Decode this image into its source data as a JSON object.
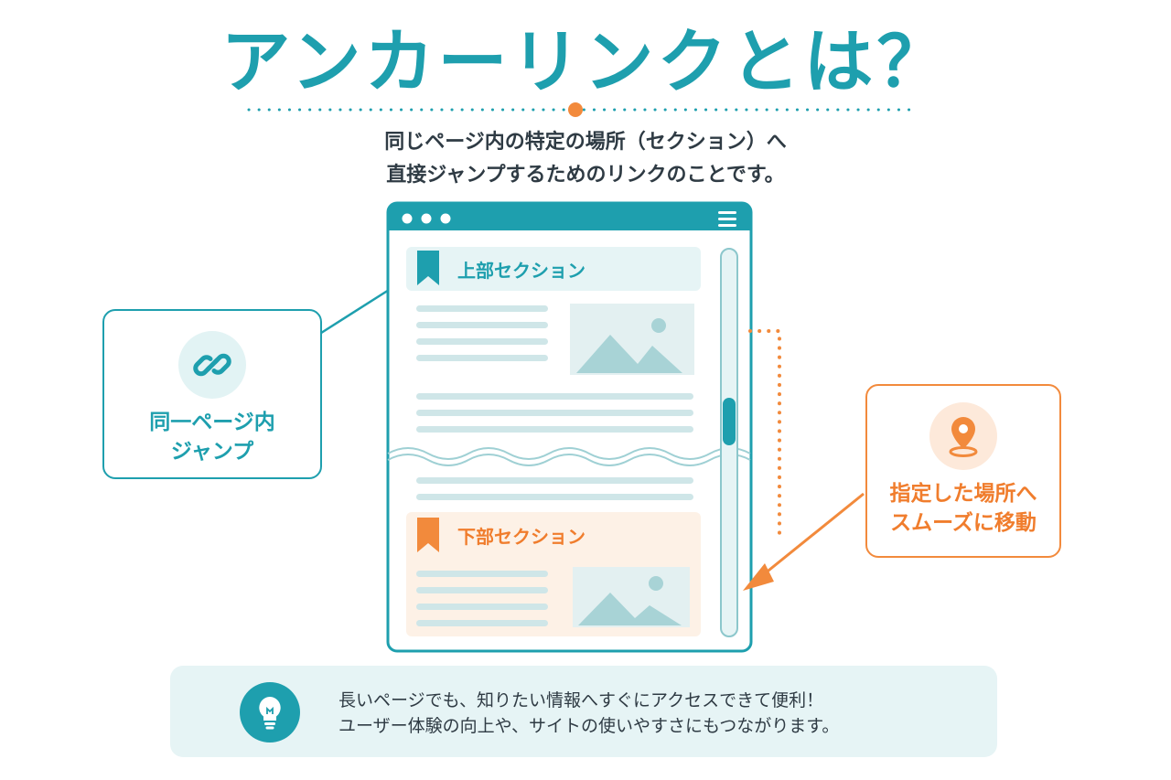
{
  "title": "アンカーリンクとは？",
  "subtitle": {
    "line1": "同じページ内の特定の場所（セクション）へ",
    "line2": "直接ジャンプするためのリンクのことです。"
  },
  "browser": {
    "top_section_label": "上部セクション",
    "bottom_section_label": "下部セクション"
  },
  "callouts": {
    "left": {
      "icon": "link-icon",
      "text": "同一ページ内\nジャンプ"
    },
    "right": {
      "icon": "location-pin-icon",
      "text": "指定した場所へ\nスムーズに移動"
    }
  },
  "note": {
    "icon": "lightbulb-icon",
    "line1": "長いページでも、知りたい情報へすぐにアクセスできて便利！",
    "line2": "ユーザー体験の向上や、サイトの使いやすさにもつながります。"
  },
  "colors": {
    "teal": "#1e9fae",
    "orange": "#f28a3c",
    "light_teal": "#e6f4f5",
    "light_orange": "#fdf1e6"
  }
}
